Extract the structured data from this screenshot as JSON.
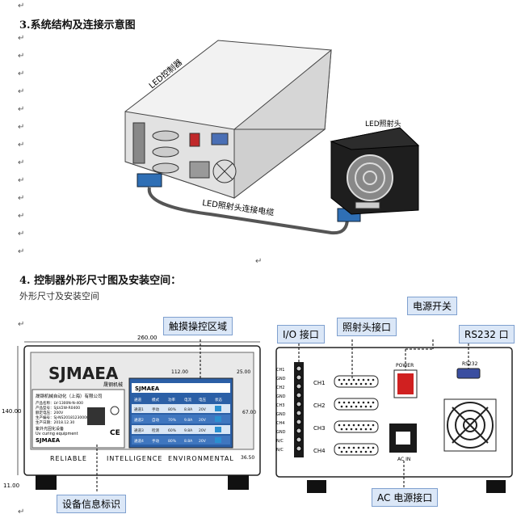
{
  "section3": {
    "title": "3.系统结构及连接示意图"
  },
  "section4": {
    "title": "4. 控制器外形尺寸图及安装空间：",
    "subtitle": "外形尺寸及安装空间"
  },
  "diagram3": {
    "controller_label": "LED控制器",
    "head_label": "LED照射头",
    "cable_label": "LED照射头连接电缆"
  },
  "callouts": {
    "touch_area": "触摸操控区域",
    "io_port": "I/O 接口",
    "head_port": "照射头接口",
    "power_switch": "电源开关",
    "rs232": "RS232 口",
    "device_info": "设备信息标识",
    "ac_port": "AC 电源接口"
  },
  "front": {
    "brand": "SJMAEA",
    "brand_sub": "晟钢机械",
    "company": "晟钢机械自动化（上海）有限公司",
    "info_line1": "产品名称：LV-1300N-N-400",
    "info_line2": "产品型号：SJLV2W-R0400",
    "info_line3": "额定电压：200V",
    "info_line4": "生产编号：SJ-NS2018123000081",
    "info_line5": "生产日期：2018.12.30",
    "info_uv1": "紫外光固化设备",
    "info_uv2": "Uv curing equipment",
    "brand2": "SJMAEA",
    "slogan1": "RELIABLE",
    "slogan2": "INTELLIGENCE",
    "slogan3": "ENVIRONMENTAL",
    "dims": {
      "width": "260.00",
      "height": "140.00",
      "screen_w": "112.00",
      "screen_r": "25.00",
      "screen_h": "67.00",
      "bottom": "36.50",
      "foot": "11.00"
    },
    "screen_rows": [
      [
        "通道1",
        "手动",
        "80%",
        "8.8A",
        "20V"
      ],
      [
        "通道2",
        "自动",
        "70%",
        "9.8A",
        "20V"
      ],
      [
        "通道3",
        "检测",
        "60%",
        "9.8A",
        "20V"
      ],
      [
        "通道4",
        "手动",
        "80%",
        "8.8A",
        "20V"
      ]
    ],
    "screen_head": [
      "通道",
      "模式",
      "功率",
      "电流",
      "电压",
      "状态"
    ]
  },
  "back": {
    "power_label": "POWER",
    "rs232_label": "RS232",
    "acin_label": "AC IN",
    "channels": [
      "CH1",
      "CH2",
      "CH3",
      "CH4"
    ],
    "io_labels": [
      "CH1",
      "GND",
      "CH2",
      "GND",
      "CH3",
      "GND",
      "CH4",
      "GND",
      "N/C",
      "N/C"
    ]
  }
}
